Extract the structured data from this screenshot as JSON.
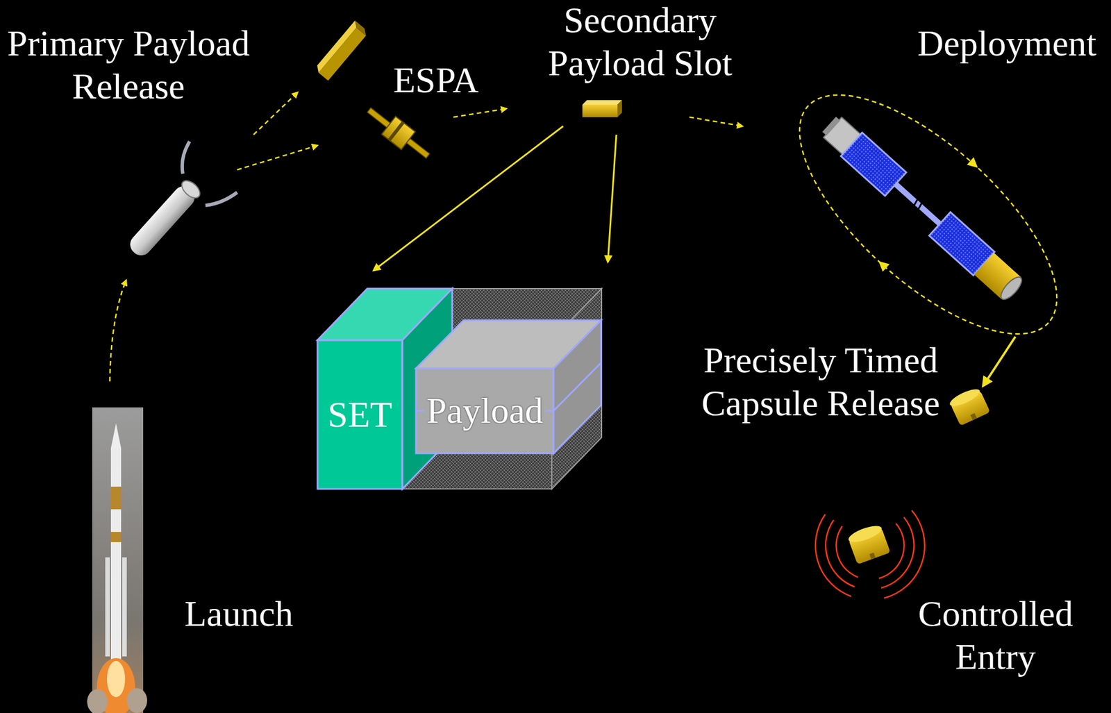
{
  "diagram": {
    "nodes": [
      {
        "text": [
          "SET"
        ]
      },
      {
        "text": [
          "Payload"
        ]
      }
    ],
    "labels": [
      "Primary Payload Release",
      "ESPA",
      "Secondary Payload Slot",
      "Deployment",
      "Precisely Timed Capsule Release",
      "Launch",
      "Controlled Entry"
    ]
  }
}
